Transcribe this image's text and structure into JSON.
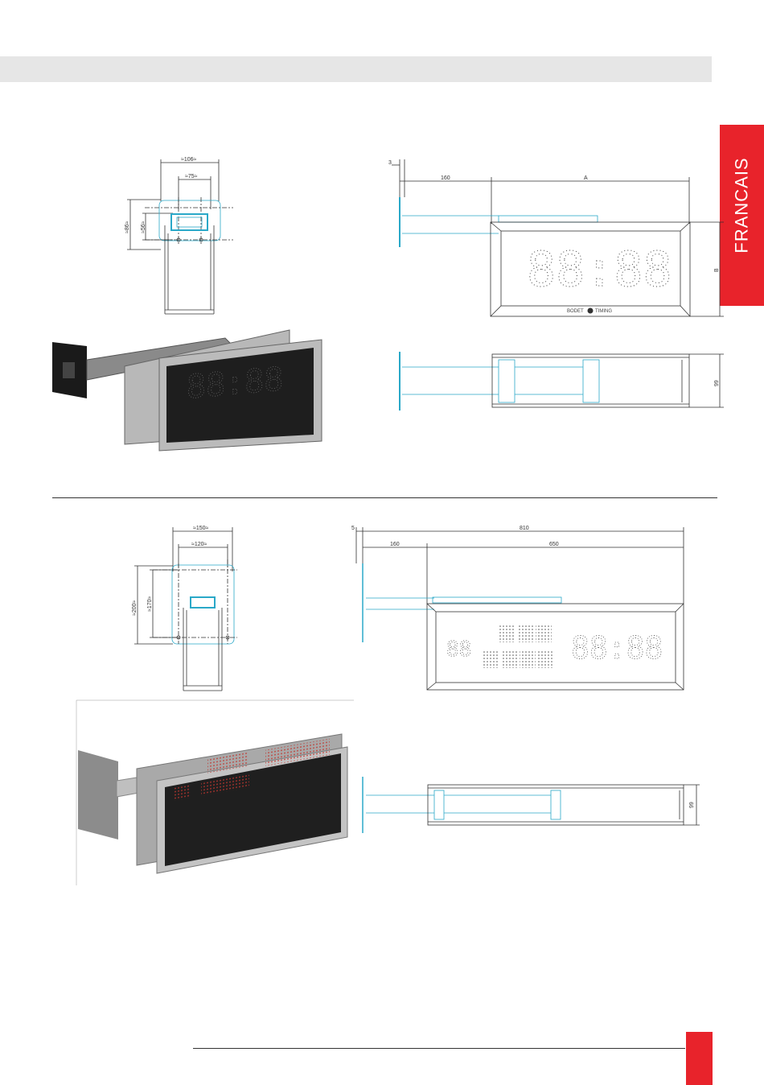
{
  "language_tab": {
    "label": "FRANCAIS",
    "color": "#e8232b"
  },
  "colors": {
    "accent": "#e8232b",
    "bracket": "#2aa8c8",
    "line": "#333333",
    "header_bar": "#e6e6e6"
  },
  "top_section": {
    "side_view_dims": {
      "width_outer": "≈106≈",
      "width_inner": "≈75≈",
      "height_outer": "≈86≈",
      "height_inner": "≈56≈"
    },
    "front_view_dims": {
      "wall_gap": "3",
      "arm_length": "160",
      "width": "A",
      "height": "B"
    },
    "display_digits": "88:88",
    "logo_text": "BODET",
    "logo_text2": "TIMING",
    "bottom_view_dims": {
      "depth": "99"
    }
  },
  "bottom_section": {
    "side_view_dims": {
      "width_outer": "≈150≈",
      "width_inner": "≈120≈",
      "height_outer": "≈200≈",
      "height_inner": "≈170≈"
    },
    "front_view_dims": {
      "wall_gap": "5",
      "total_length": "810",
      "arm_length": "160",
      "width": "650"
    },
    "display_digits_left": "88",
    "display_digits_right": "88:88",
    "bottom_view_dims": {
      "depth": "99"
    }
  }
}
